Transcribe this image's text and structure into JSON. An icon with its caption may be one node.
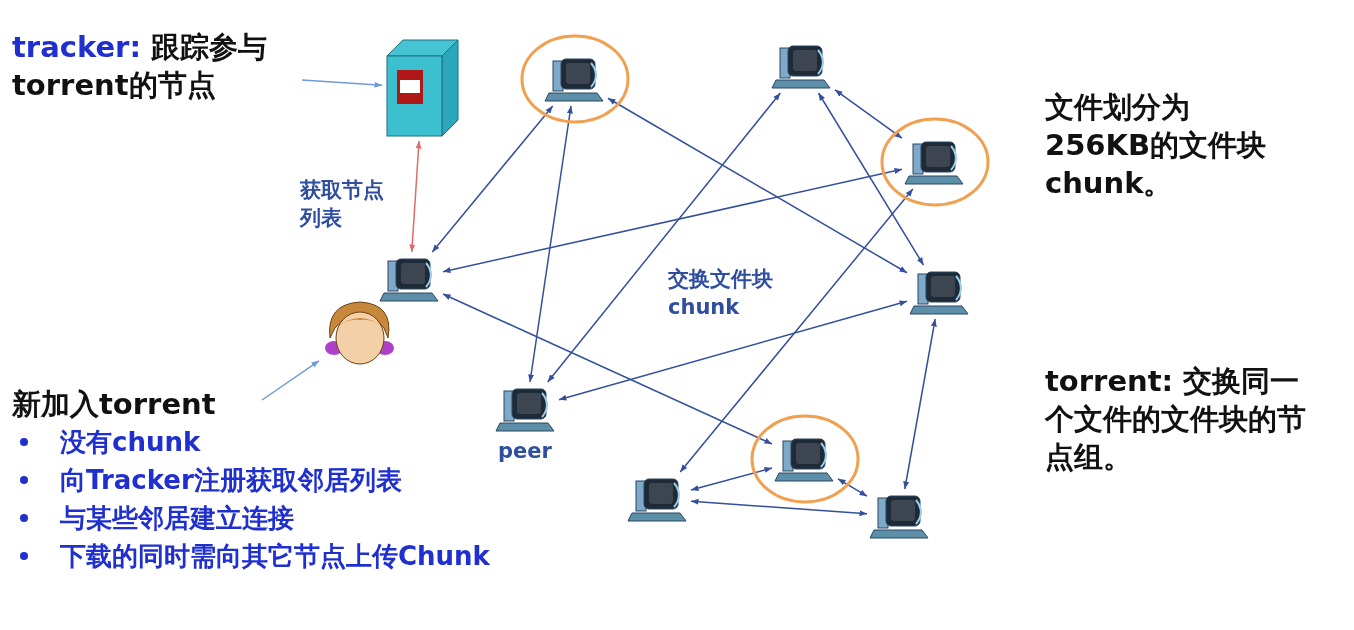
{
  "diagram": {
    "nodes": [
      {
        "text": [
          "tracker:",
          "跟踪参与torrent的节点"
        ]
      },
      {
        "text": [],
        "shape": "picture"
      },
      {
        "text": [],
        "shape": "picture"
      },
      {
        "text": [],
        "shape": "picture"
      },
      {
        "text": [],
        "shape": "picture"
      },
      {
        "text": [],
        "shape": "picture"
      },
      {
        "text": [],
        "shape": "picture"
      },
      {
        "text": [],
        "shape": "picture"
      },
      {
        "text": [],
        "shape": "picture"
      },
      {
        "text": [],
        "shape": "picture"
      },
      {
        "text": [],
        "shape": "picture"
      },
      {
        "text": [],
        "shape": "picture"
      },
      {
        "text": [
          "新加入torrent",
          "没有chunk",
          "向Tracker注册获取邻居列表",
          "与某些邻居建立连接",
          "下载的同时需向其它节点上传Chunk"
        ]
      }
    ],
    "edges": [
      {
        "from": 0,
        "to": 1,
        "arrow": "to",
        "color": "#6f9ad8"
      },
      {
        "from": 12,
        "to": 11,
        "arrow": "to",
        "color": "#6f9ad8"
      },
      {
        "from": 1,
        "to": 2,
        "arrow": "both",
        "color": "#e06a6a",
        "label": "获取节点列表"
      },
      {
        "from": 2,
        "to": 3,
        "arrow": "both"
      },
      {
        "from": 3,
        "to": 7,
        "arrow": "both"
      },
      {
        "from": 3,
        "to": 6,
        "arrow": "both"
      },
      {
        "from": 2,
        "to": 5,
        "arrow": "both"
      },
      {
        "from": 4,
        "to": 7,
        "arrow": "both"
      },
      {
        "from": 4,
        "to": 5,
        "arrow": "both"
      },
      {
        "from": 4,
        "to": 6,
        "arrow": "both"
      },
      {
        "from": 5,
        "to": 9,
        "arrow": "both"
      },
      {
        "from": 6,
        "to": 7,
        "arrow": "both"
      },
      {
        "from": 6,
        "to": 10,
        "arrow": "both"
      },
      {
        "from": 2,
        "to": 8,
        "arrow": "both"
      },
      {
        "from": 8,
        "to": 9,
        "arrow": "both"
      },
      {
        "from": 8,
        "to": 10,
        "arrow": "both"
      },
      {
        "from": 9,
        "to": 10,
        "arrow": "both"
      }
    ],
    "labels": [
      "交换文件块 chunk",
      "peer",
      "文件划分为256KB的文件块chunk。",
      "torrent: 交换同一个文件的文件块的节点组。"
    ]
  }
}
